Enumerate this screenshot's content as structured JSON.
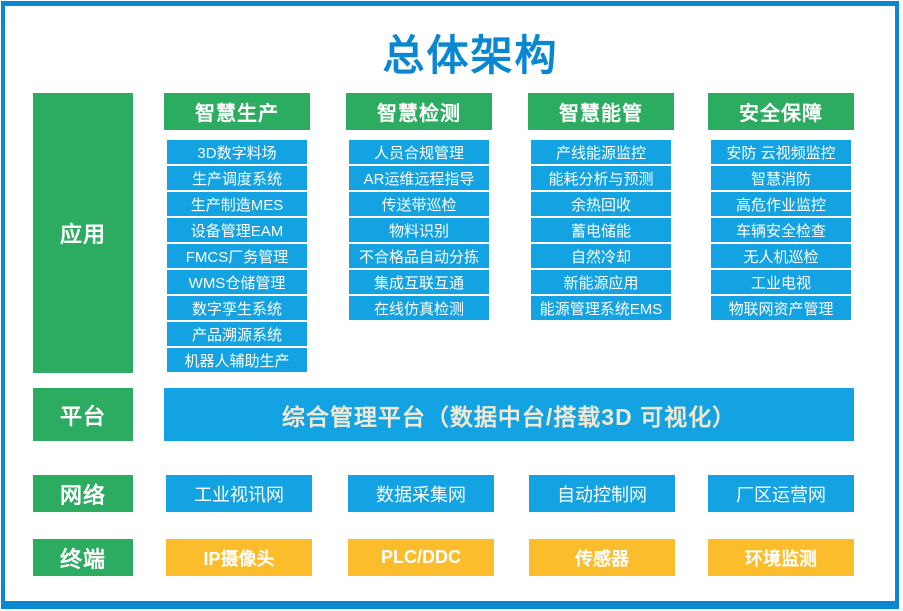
{
  "title": "总体架构",
  "colors": {
    "green": "#2BAC60",
    "blue": "#13A3E3",
    "yellow": "#FBBD2B",
    "frame_blue": "#0988D1",
    "platform_text": "#F2E8D3"
  },
  "rows": {
    "application": {
      "label": "应用",
      "columns": [
        {
          "header": "智慧生产",
          "items": [
            "3D数字料场",
            "生产调度系统",
            "生产制造MES",
            "设备管理EAM",
            "FMCS厂务管理",
            "WMS仓储管理",
            "数字孪生系统",
            "产品溯源系统",
            "机器人辅助生产"
          ]
        },
        {
          "header": "智慧检测",
          "items": [
            "人员合规管理",
            "AR运维远程指导",
            "传送带巡检",
            "物料识别",
            "不合格品自动分拣",
            "集成互联互通",
            "在线仿真检测"
          ]
        },
        {
          "header": "智慧能管",
          "items": [
            "产线能源监控",
            "能耗分析与预测",
            "余热回收",
            "蓄电储能",
            "自然冷却",
            "新能源应用",
            "能源管理系统EMS"
          ]
        },
        {
          "header": "安全保障",
          "items": [
            "安防 云视频监控",
            "智慧消防",
            "高危作业监控",
            "车辆安全检查",
            "无人机巡检",
            "工业电视",
            "物联网资产管理"
          ]
        }
      ]
    },
    "platform": {
      "label": "平台",
      "bar": "综合管理平台（数据中台/搭载3D 可视化）"
    },
    "network": {
      "label": "网络",
      "items": [
        "工业视讯网",
        "数据采集网",
        "自动控制网",
        "厂区运营网"
      ]
    },
    "terminal": {
      "label": "终端",
      "items": [
        "IP摄像头",
        "PLC/DDC",
        "传感器",
        "环境监测"
      ]
    }
  }
}
